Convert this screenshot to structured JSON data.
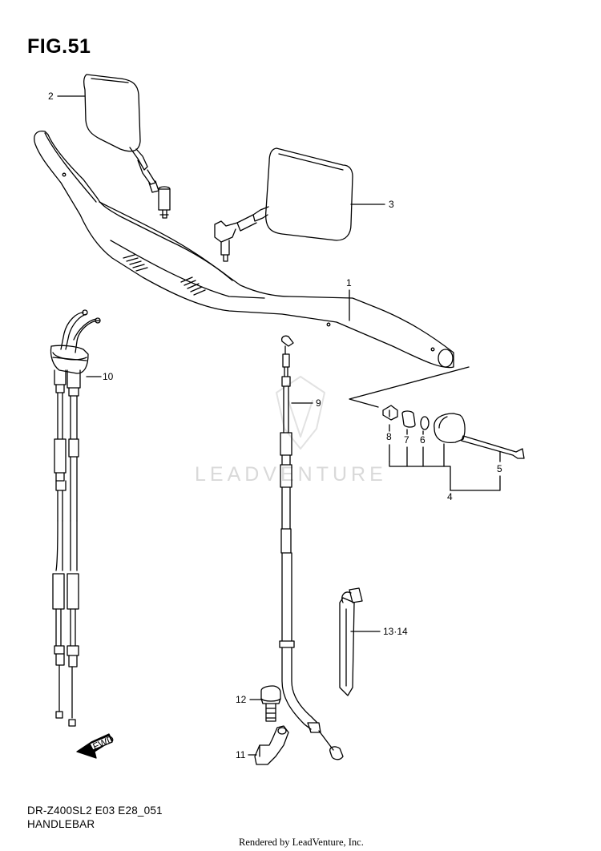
{
  "figure": {
    "title": "FIG.51",
    "model_code": "DR-Z400SL2 E03 E28_051",
    "section_name": "HANDLEBAR"
  },
  "watermark": "LEADVENTURE",
  "footer": {
    "credit": "Rendered by LeadVenture, Inc."
  },
  "callouts": [
    {
      "id": "1",
      "text": "1"
    },
    {
      "id": "2",
      "text": "2"
    },
    {
      "id": "3",
      "text": "3"
    },
    {
      "id": "4",
      "text": "4"
    },
    {
      "id": "5",
      "text": "5"
    },
    {
      "id": "6",
      "text": "6"
    },
    {
      "id": "7",
      "text": "7"
    },
    {
      "id": "8",
      "text": "8"
    },
    {
      "id": "9",
      "text": "9"
    },
    {
      "id": "10",
      "text": "10"
    },
    {
      "id": "11",
      "text": "11"
    },
    {
      "id": "12",
      "text": "12"
    },
    {
      "id": "13-14",
      "text": "13·14"
    }
  ],
  "fwd_marker": "FWD"
}
